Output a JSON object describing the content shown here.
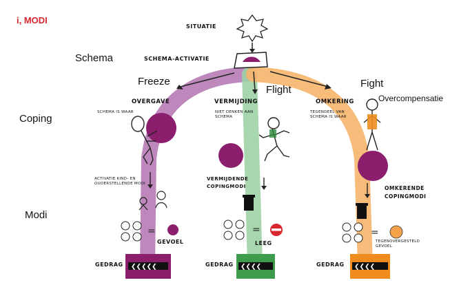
{
  "header": {
    "brand": "i, MODI"
  },
  "rows": {
    "schema": "Schema",
    "coping": "Coping",
    "modi": "Modi"
  },
  "top": {
    "situatie": "SITUATIE",
    "activatie": "SCHEMA-ACTIVATIE"
  },
  "branches": {
    "freeze": {
      "title": "Freeze",
      "coping": "OVERGAVE",
      "note": "SCHEMA IS WAAR",
      "modi": "ACTIVATIE KIND- EN OUDERSTELLENDE MODI",
      "result": "GEVOEL",
      "gedrag": "GEDRAG"
    },
    "flight": {
      "title": "Flight",
      "coping": "VERMIJDING",
      "note": "NIET DENKEN AAN SCHEMA",
      "modi": "VERMIJDENDE COPINGMODI",
      "result": "LEEG",
      "gedrag": "GEDRAG"
    },
    "fight": {
      "title": "Fight",
      "coping": "OMKERING",
      "overcomp": "Overcompensatie",
      "note": "TEGENDEEL VAN SCHEMA IS WAAR",
      "modi": "OMKERENDE COPINGMODI",
      "result": "TEGENOVERGESTELD GEVOEL",
      "gedrag": "GEDRAG"
    }
  },
  "colors": {
    "freeze": "#b77bb6",
    "flight": "#9fd3a6",
    "fight": "#f6b46b",
    "ball": "#8b1f6e",
    "brand": "#d9262e"
  }
}
